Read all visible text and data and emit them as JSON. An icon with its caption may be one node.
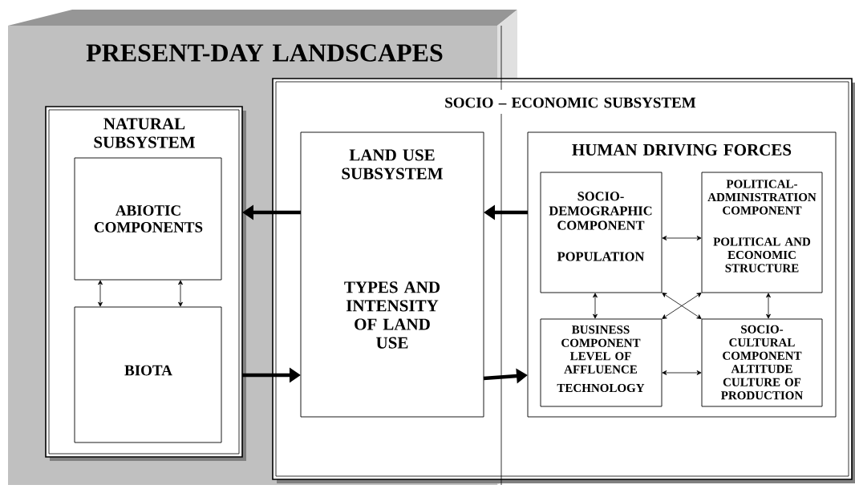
{
  "diagram": {
    "nodes": [
      {
        "text": [
          "PRESENT-DAY LANDSCAPES"
        ]
      },
      {
        "text": [
          "NATURAL SUBSYSTEM"
        ],
        "in": 0
      },
      {
        "text": [
          "ABIOTIC COMPONENTS"
        ],
        "in": 1
      },
      {
        "text": [
          "BIOTA"
        ],
        "in": 1
      },
      {
        "text": [
          "SOCIO – ECONOMIC SUBSYSTEM"
        ]
      },
      {
        "text": [
          "LAND USE SUBSYSTEM",
          "TYPES AND INTENSITY OF LAND USE"
        ]
      },
      {
        "text": [
          "HUMAN DRIVING FORCES"
        ],
        "in": 4
      },
      {
        "text": [
          "SOCIO-DEMOGRAPHIC COMPONENT",
          "POPULATION"
        ],
        "in": 6
      },
      {
        "text": [
          "POLITICAL-ADMINISTRATION COMPONENT",
          "POLITICAL AND ECONOMIC STRUCTURE"
        ],
        "in": 6
      },
      {
        "text": [
          "BUSINESS COMPONENT LEVEL OF AFFLUENCE",
          "TECHNOLOGY"
        ],
        "in": 6
      },
      {
        "text": [
          "SOCIO-CULTURAL COMPONENT ALTITUDE CULTURE OF PRODUCTION"
        ],
        "in": 6
      }
    ],
    "edges": [
      {
        "from": 5,
        "to": 1,
        "arrow": "to",
        "style": "thick"
      },
      {
        "from": 6,
        "to": 5,
        "arrow": "to",
        "style": "thick"
      },
      {
        "from": 2,
        "to": 3,
        "arrow": "both"
      },
      {
        "from": 2,
        "to": 3,
        "arrow": "both"
      },
      {
        "from": 7,
        "to": 8,
        "arrow": "both"
      },
      {
        "from": 7,
        "to": 9,
        "arrow": "both"
      },
      {
        "from": 7,
        "to": 10,
        "arrow": "both"
      },
      {
        "from": 8,
        "to": 9,
        "arrow": "both"
      },
      {
        "from": 8,
        "to": 10,
        "arrow": "both"
      },
      {
        "from": 1,
        "to": 5,
        "arrow": "to",
        "style": "thick"
      },
      {
        "from": 5,
        "to": 6,
        "arrow": "to",
        "style": "thick"
      },
      {
        "from": 9,
        "to": 10,
        "arrow": "both"
      }
    ]
  }
}
